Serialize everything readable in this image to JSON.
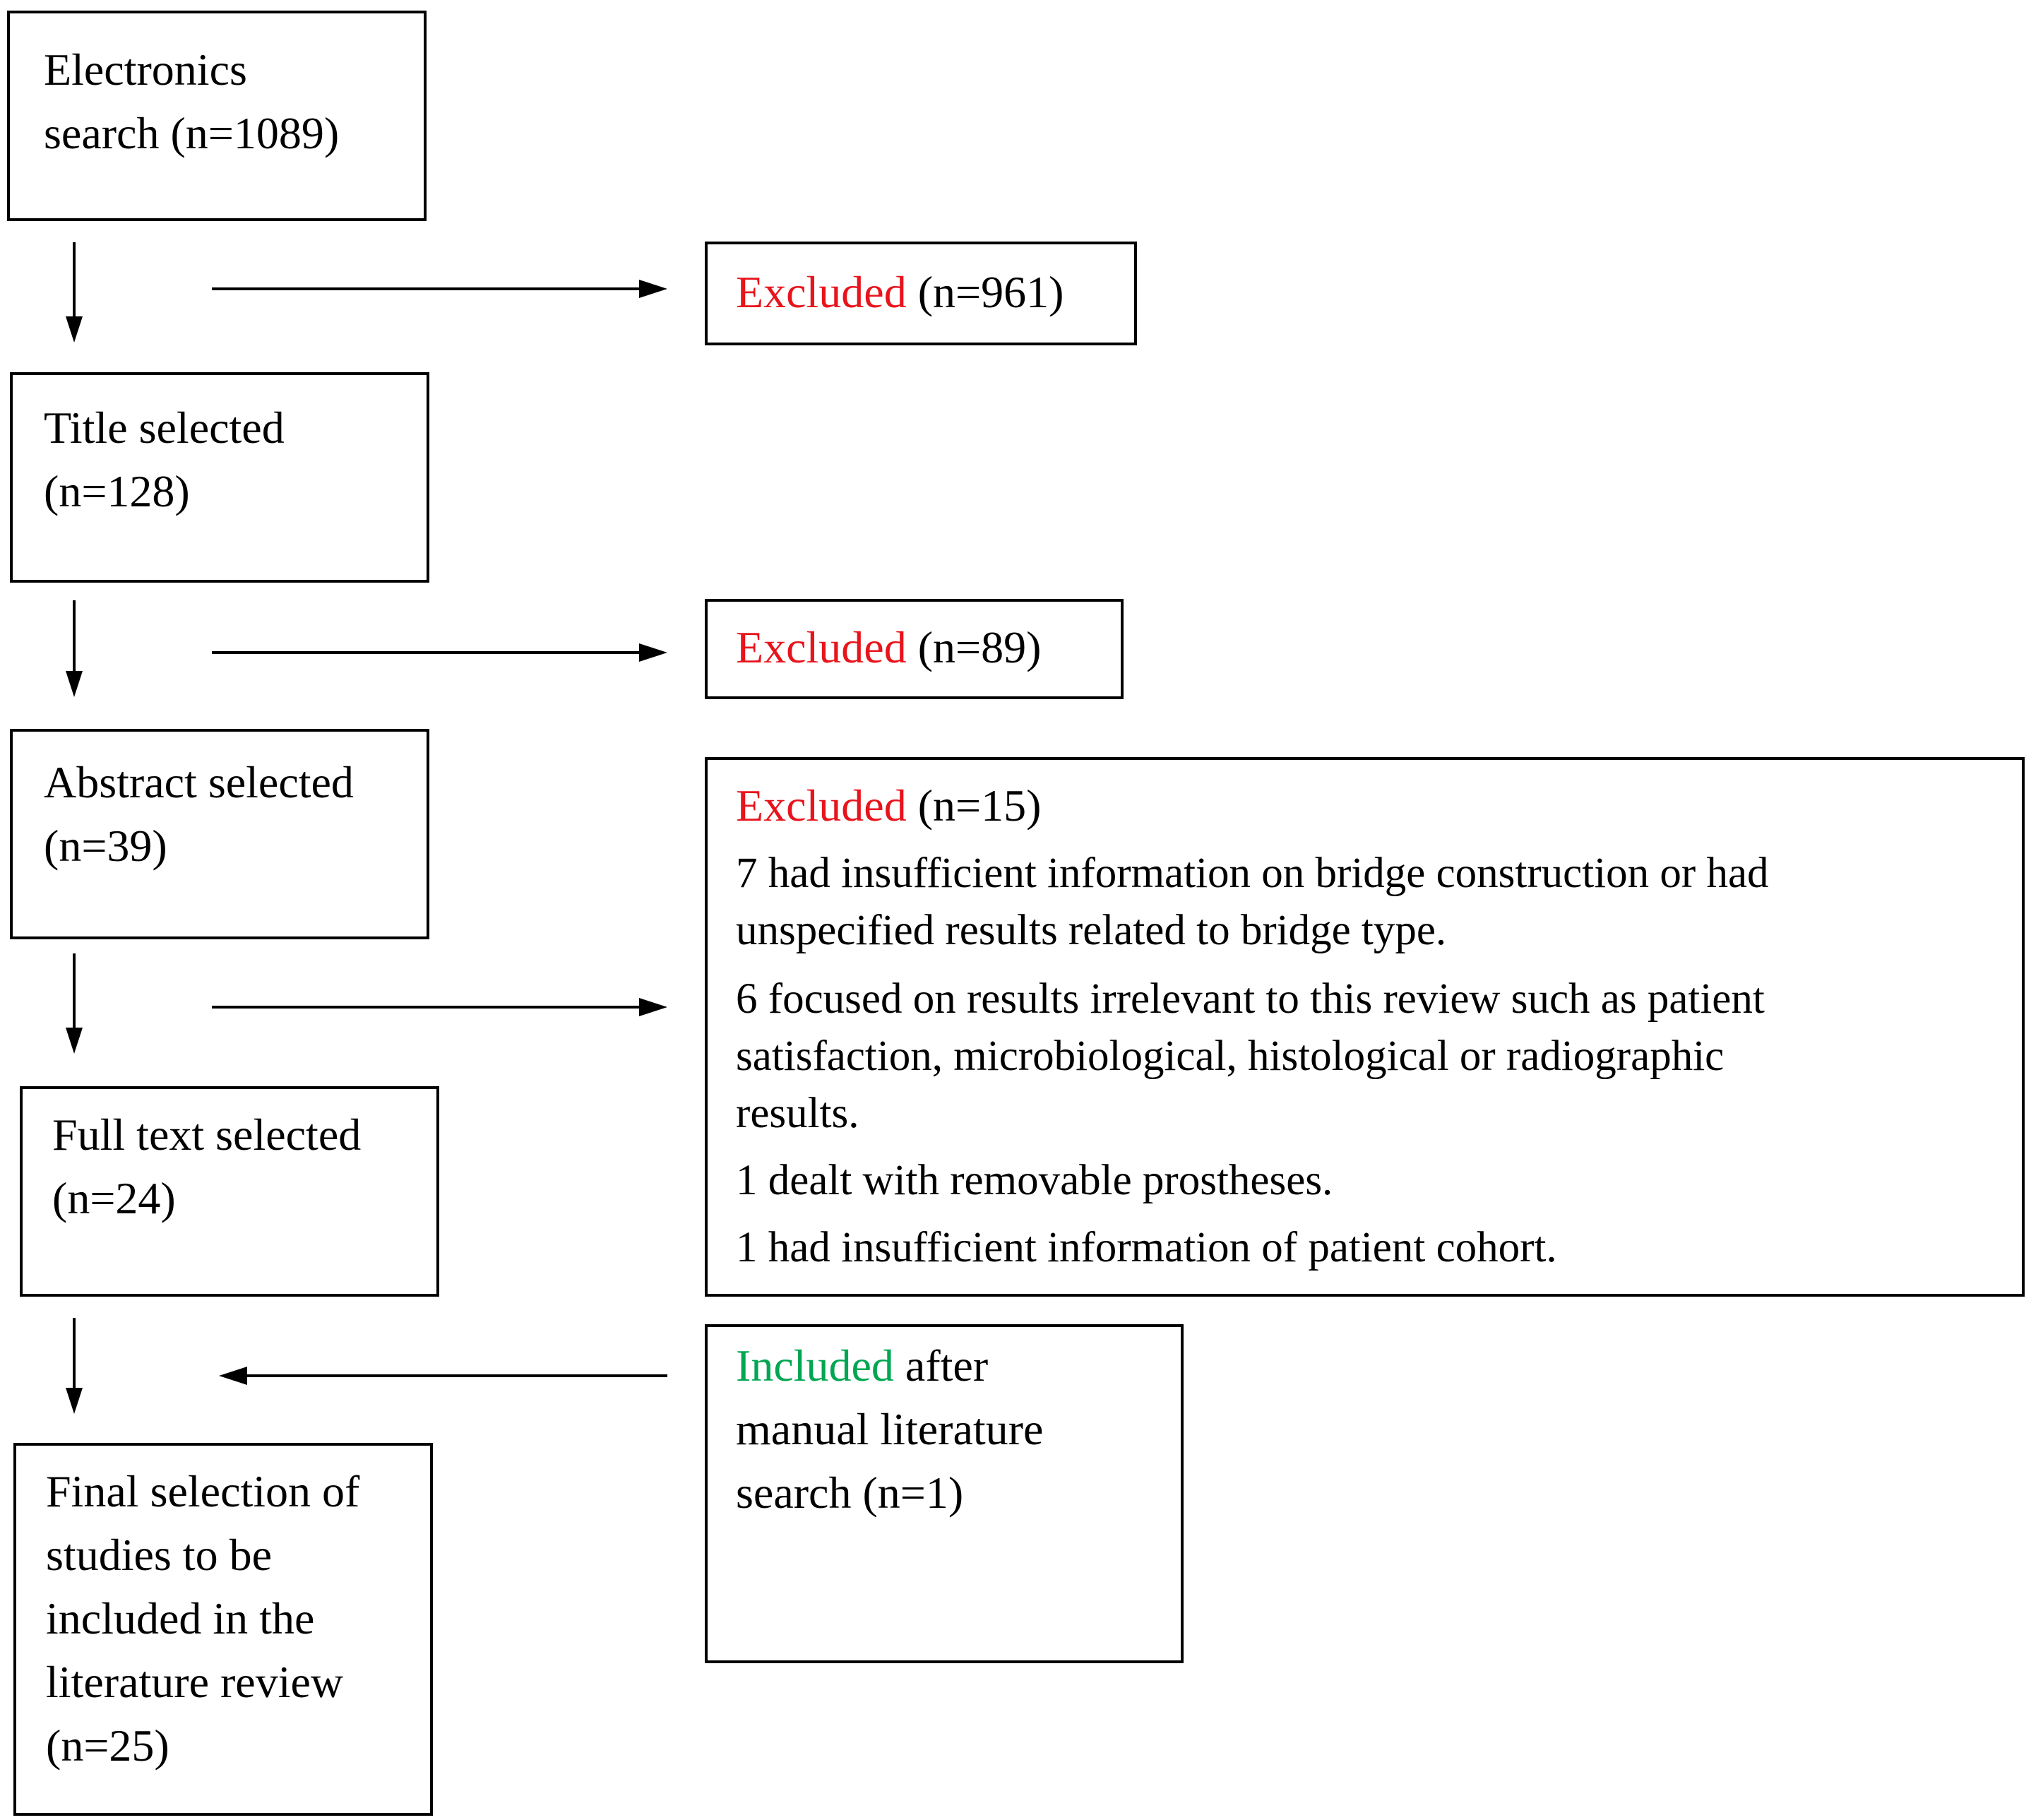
{
  "flow": {
    "electronics": {
      "line1": "Electronics",
      "line2": "search (n=1089)"
    },
    "title_sel": {
      "line1": "Title selected",
      "line2": "(n=128)"
    },
    "abstract_sel": {
      "line1": "Abstract selected",
      "line2": "(n=39)"
    },
    "fulltext_sel": {
      "line1": "Full text selected",
      "line2": "(n=24)"
    },
    "final_sel": {
      "line1": "Final selection of",
      "line2": "studies to be",
      "line3": "included in the",
      "line4": "literature review",
      "line5": "(n=25)"
    }
  },
  "excluded_1": {
    "label": "Excluded",
    "count": " (n=961)"
  },
  "excluded_2": {
    "label": "Excluded",
    "count": " (n=89)"
  },
  "excluded_3": {
    "label": "Excluded",
    "count": " (n=15)",
    "reasons": [
      {
        "line1": "7 had insufficient information on bridge construction or had",
        "line2": "unspecified results related to bridge type."
      },
      {
        "line1": "6 focused on results irrelevant to this review such as patient",
        "line2": "satisfaction, microbiological, histological or radiographic",
        "line3": "results."
      },
      {
        "line1": "1 dealt with removable prostheses."
      },
      {
        "line1": "1 had insufficient information of patient cohort."
      }
    ]
  },
  "included_manual": {
    "label": "Included",
    "line1_rest": " after",
    "line2": "manual literature",
    "line3": "search (n=1)"
  },
  "colors": {
    "excluded_label": "#e8141c",
    "included_label": "#00a651",
    "border": "#000000"
  }
}
